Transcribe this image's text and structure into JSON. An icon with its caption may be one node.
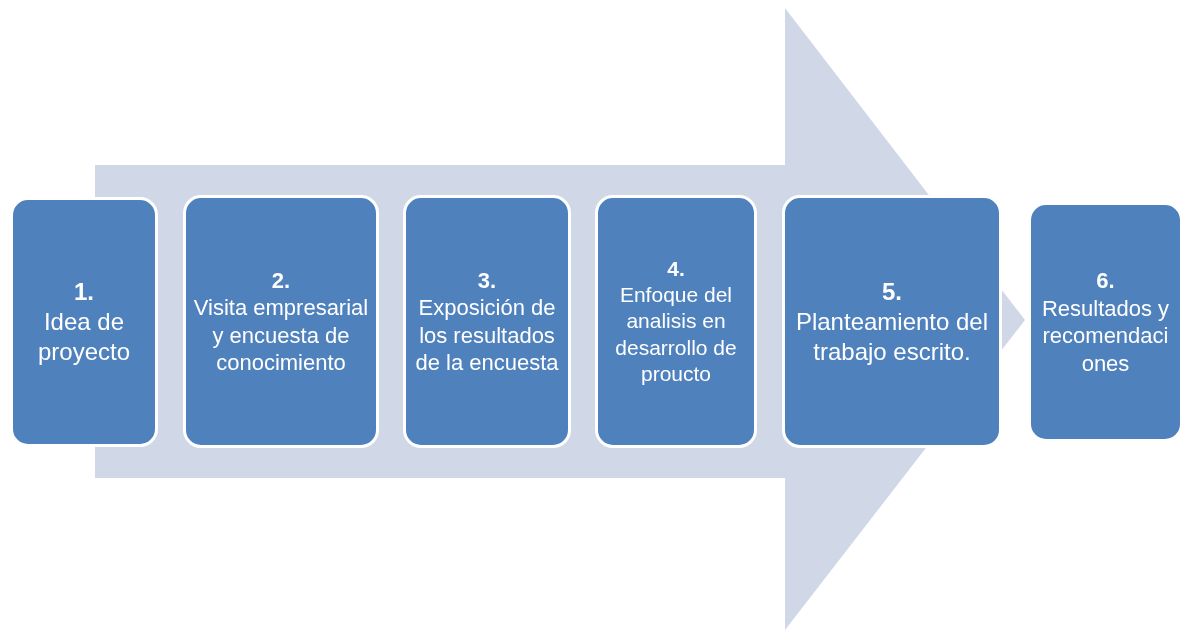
{
  "diagram": {
    "nodes": [
      {
        "text": [
          "1.",
          "Idea de proyecto"
        ]
      },
      {
        "text": [
          "2.",
          "Visita empresarial y encuesta de conocimiento"
        ]
      },
      {
        "text": [
          "3.",
          "Exposición de los resultados de la encuesta"
        ]
      },
      {
        "text": [
          "4.",
          "Enfoque del analisis en desarrollo de proucto"
        ]
      },
      {
        "text": [
          "5.",
          "Planteamiento del trabajo escrito."
        ]
      },
      {
        "text": [
          "6.",
          "Resultados y recomendaciones"
        ]
      }
    ],
    "edges": [
      {
        "from": 0,
        "to": 5,
        "arrow": "to"
      }
    ]
  }
}
